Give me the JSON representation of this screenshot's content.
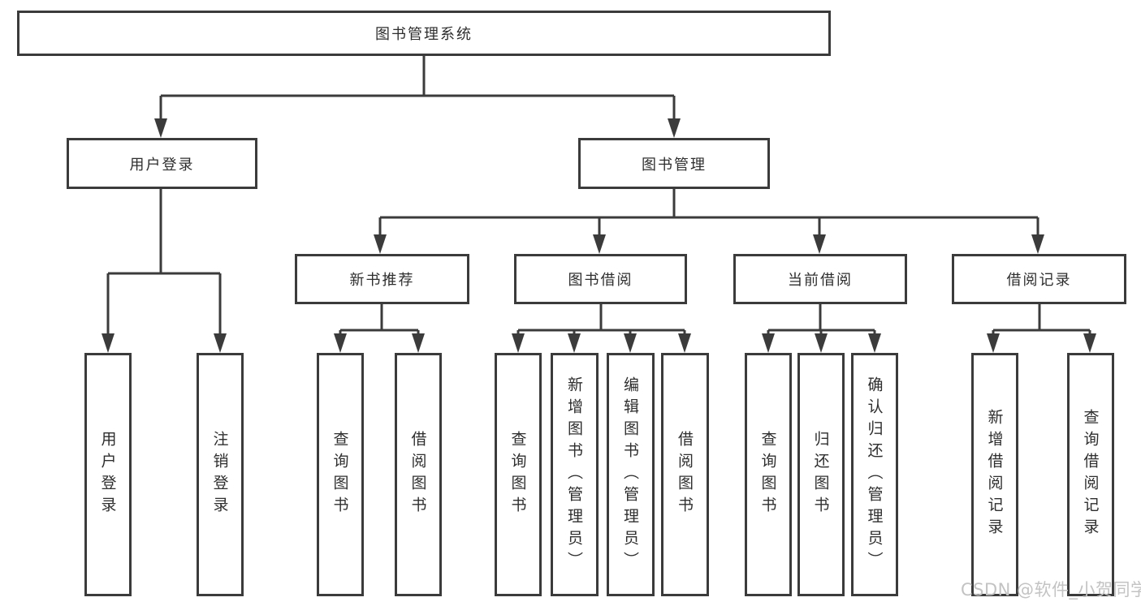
{
  "diagram": {
    "type": "tree",
    "root": {
      "label": "图书管理系统",
      "children": [
        {
          "label": "用户登录",
          "children": [
            {
              "label": "用户登录"
            },
            {
              "label": "注销登录"
            }
          ]
        },
        {
          "label": "图书管理",
          "children": [
            {
              "label": "新书推荐",
              "children": [
                {
                  "label": "查询图书"
                },
                {
                  "label": "借阅图书"
                }
              ]
            },
            {
              "label": "图书借阅",
              "children": [
                {
                  "label": "查询图书"
                },
                {
                  "label": "新增图书（管理员）"
                },
                {
                  "label": "编辑图书（管理员）"
                },
                {
                  "label": "借阅图书"
                }
              ]
            },
            {
              "label": "当前借阅",
              "children": [
                {
                  "label": "查询图书"
                },
                {
                  "label": "归还图书"
                },
                {
                  "label": "确认归还（管理员）"
                }
              ]
            },
            {
              "label": "借阅记录",
              "children": [
                {
                  "label": "新增借阅记录"
                },
                {
                  "label": "查询借阅记录"
                }
              ]
            }
          ]
        }
      ]
    }
  },
  "watermark": {
    "text": "CSDN @软件_小贺同学"
  },
  "colors": {
    "line": "#3b3b3b",
    "text": "#2e2e2e",
    "box_background": "#ffffff",
    "watermark": "#c3c3c3"
  }
}
